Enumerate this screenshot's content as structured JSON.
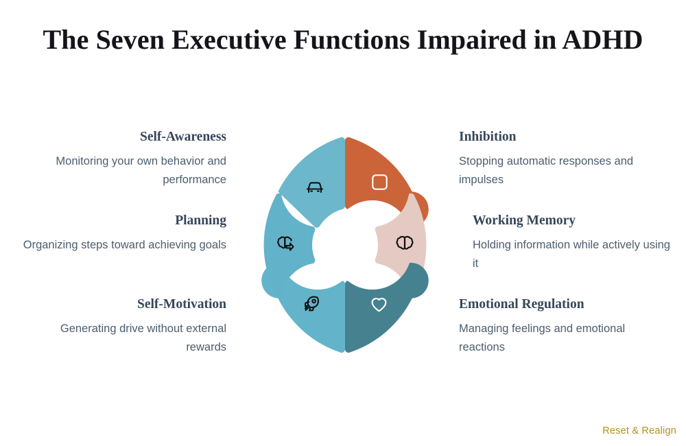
{
  "page": {
    "title": "The Seven Executive Functions Impaired in ADHD",
    "background_color": "#ffffff",
    "footer_label": "Reset & Realign",
    "footer_color": "#b18f22"
  },
  "chart_data": {
    "type": "pie",
    "title": "The Seven Executive Functions Impaired in ADHD",
    "variant": "donut",
    "segment_count": 6,
    "segment_span_degrees": 60,
    "center": [
      160,
      160
    ],
    "outer_radius": 157,
    "inner_radius": 57,
    "gap_degrees": 3,
    "categories": [
      "Inhibition",
      "Working Memory",
      "Emotional Regulation",
      "Self-Motivation",
      "Planning",
      "Self-Awareness"
    ],
    "values": [
      1,
      1,
      1,
      1,
      1,
      1
    ],
    "colors": [
      "#cb6438",
      "#e5cac4",
      "#46818f",
      "#63b4ca",
      "#62b2c9",
      "#6cb7cc"
    ],
    "legend_position": "outside-sides",
    "grid": false
  },
  "segments": [
    {
      "id": "inhibition",
      "label": "Inhibition",
      "description": "Stopping automatic responses and impulses",
      "color": "#cb6438",
      "icon": "rounded-square-icon",
      "icon_color": "#ffffff",
      "start_angle": -90,
      "end_angle": -30,
      "side": "right"
    },
    {
      "id": "working-memory",
      "label": "Working Memory",
      "description": "Holding information while actively using it",
      "color": "#e5cac4",
      "icon": "brain-icon",
      "icon_color": "#111111",
      "start_angle": -30,
      "end_angle": 30,
      "side": "right"
    },
    {
      "id": "emotional-regulation",
      "label": "Emotional Regulation",
      "description": "Managing feelings and emotional reactions",
      "color": "#46818f",
      "icon": "heart-icon",
      "icon_color": "#ffffff",
      "start_angle": 30,
      "end_angle": 90,
      "side": "right"
    },
    {
      "id": "self-motivation",
      "label": "Self-Motivation",
      "description": "Generating drive without external rewards",
      "color": "#63b4ca",
      "icon": "rocket-icon",
      "icon_color": "#111111",
      "start_angle": 90,
      "end_angle": 150,
      "side": "left"
    },
    {
      "id": "planning",
      "label": "Planning",
      "description": "Organizing steps toward achieving goals",
      "color": "#62b2c9",
      "icon": "brain-arrow-icon",
      "icon_color": "#111111",
      "start_angle": 150,
      "end_angle": 210,
      "side": "left"
    },
    {
      "id": "self-awareness",
      "label": "Self-Awareness",
      "description": "Monitoring your own behavior and performance",
      "color": "#6cb7cc",
      "icon": "car-icon",
      "icon_color": "#111111",
      "start_angle": 210,
      "end_angle": 270,
      "side": "left"
    }
  ],
  "text_colors": {
    "title": "#14141a",
    "heading": "#36465a",
    "description": "#4c5d6e"
  }
}
